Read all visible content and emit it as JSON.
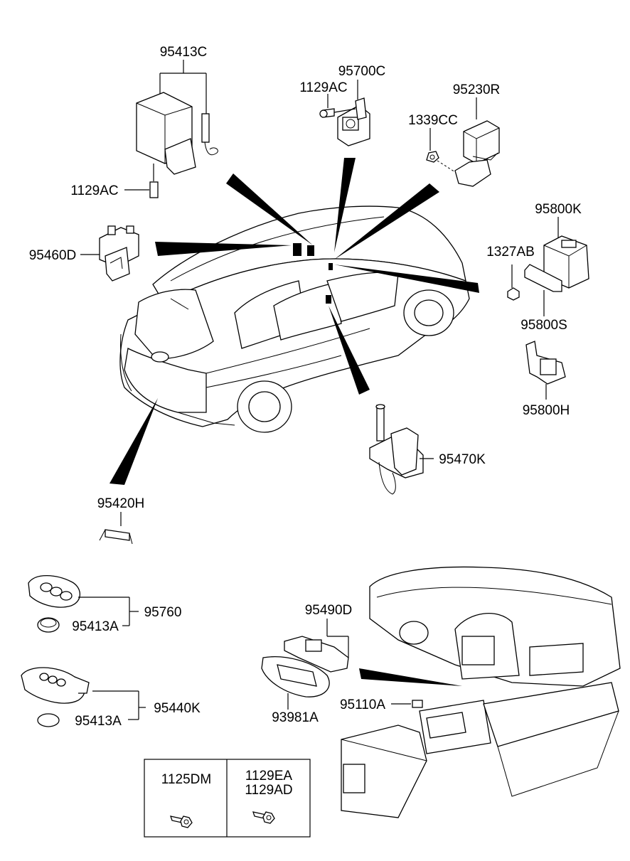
{
  "labels": {
    "p95413C": "95413C",
    "p95700C": "95700C",
    "p1129AC_top": "1129AC",
    "p95230R": "95230R",
    "p1339CC": "1339CC",
    "p1129AC_left": "1129AC",
    "p95460D": "95460D",
    "p95800K": "95800K",
    "p1327AB": "1327AB",
    "p95800S": "95800S",
    "p95800H": "95800H",
    "p95470K": "95470K",
    "p95420H": "95420H",
    "p95760": "95760",
    "p95413A_1": "95413A",
    "p95440K": "95440K",
    "p95413A_2": "95413A",
    "p95490D": "95490D",
    "p93981A": "93981A",
    "p95110A": "95110A",
    "p1125DM": "1125DM",
    "p1129EA": "1129EA",
    "p1129AD": "1129AD"
  }
}
